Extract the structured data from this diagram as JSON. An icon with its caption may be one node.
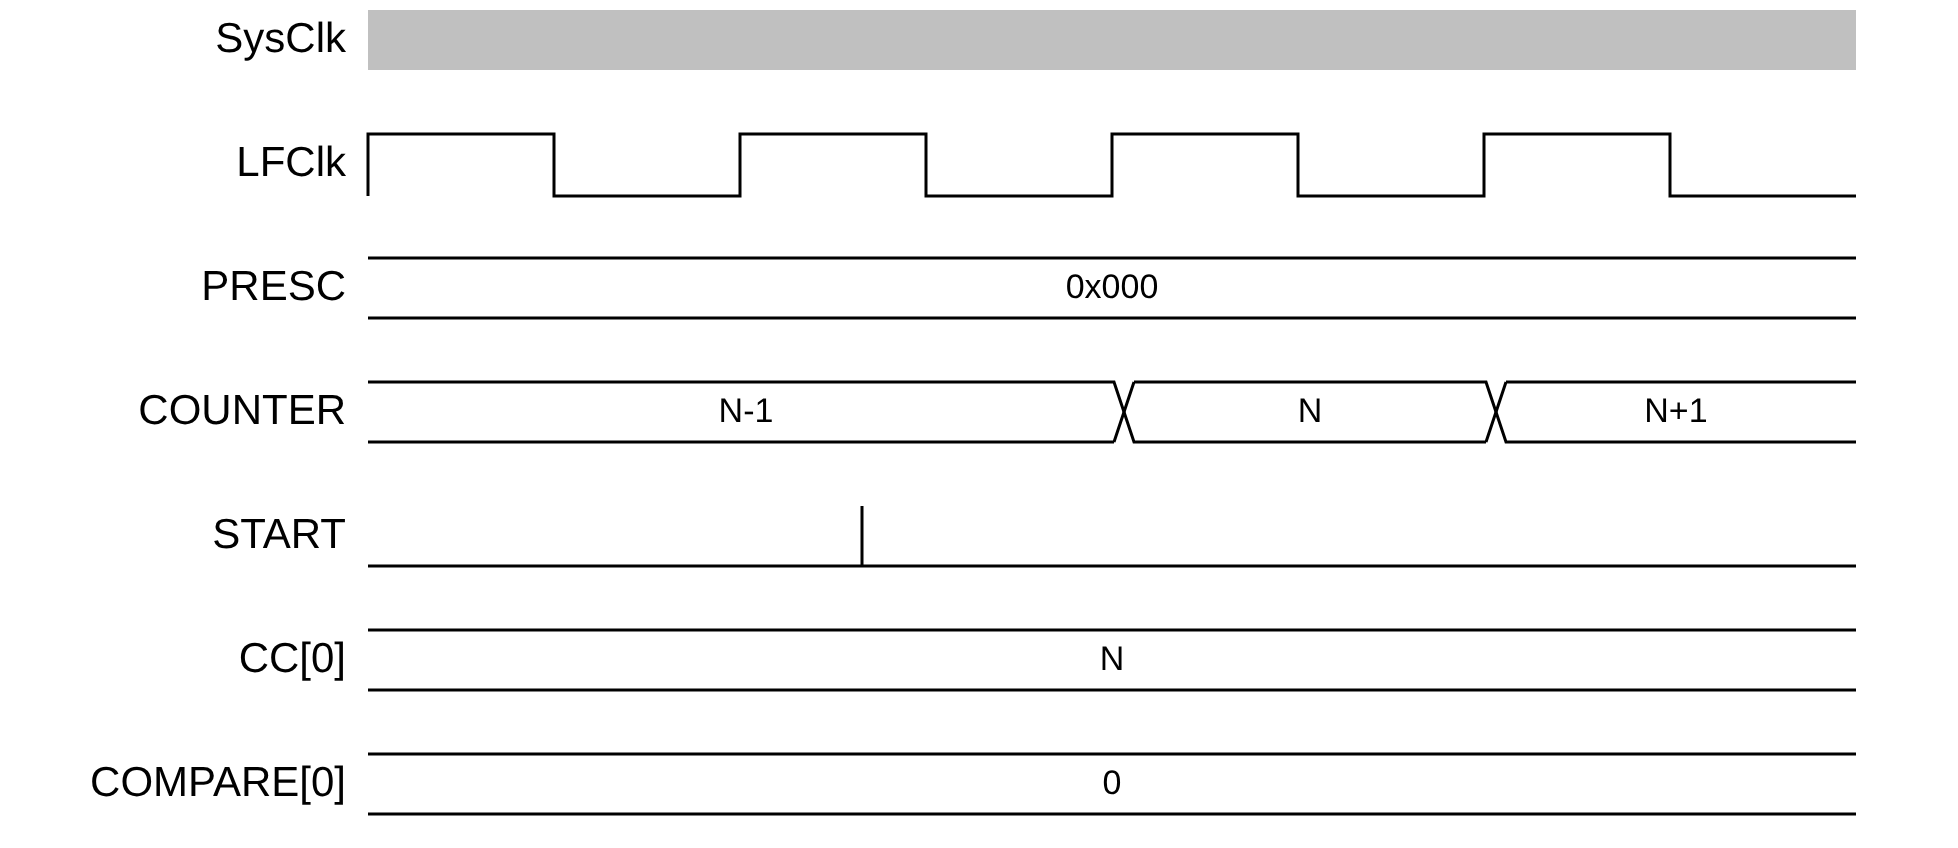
{
  "diagram": {
    "nodes": [
      {
        "text": [
          "0x000"
        ]
      },
      {
        "text": [
          "N-1"
        ]
      },
      {
        "text": [
          "N"
        ]
      },
      {
        "text": [
          "N+1"
        ]
      },
      {
        "text": [
          "N"
        ]
      },
      {
        "text": [
          "0"
        ]
      }
    ],
    "labels": [
      "SysClk",
      "LFClk",
      "PRESC",
      "COUNTER",
      "START",
      "CC[0]",
      "COMPARE[0]"
    ]
  }
}
